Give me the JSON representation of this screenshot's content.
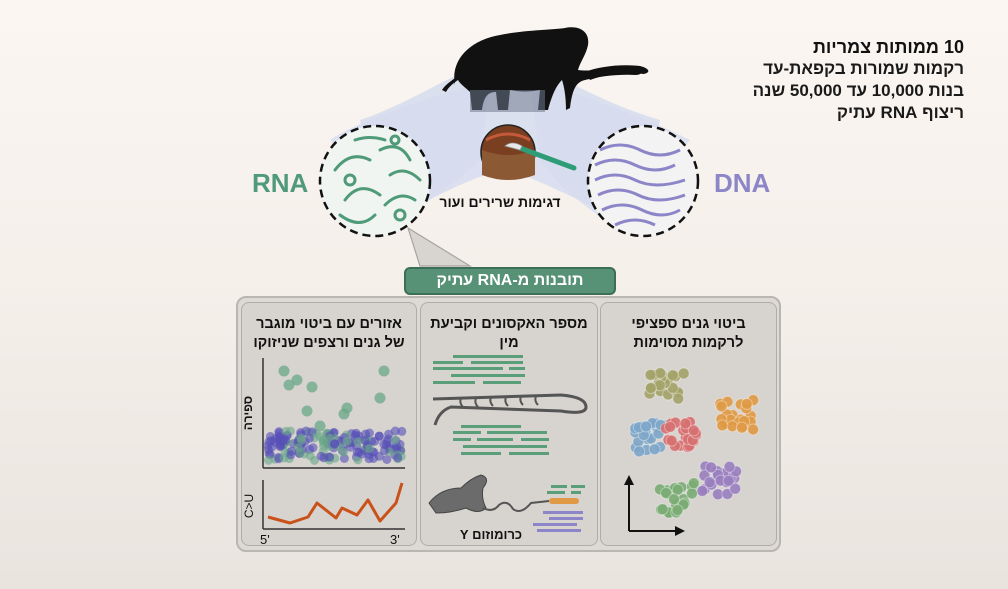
{
  "header": {
    "title": "10 ממותות צמריות",
    "lines": [
      "רקמות שמורות בקפאת-עד",
      "בנות 10,000 עד 50,000 שנה",
      "ריצוף RNA עתיק"
    ]
  },
  "top": {
    "rna_label": "RNA",
    "dna_label": "DNA",
    "sample_label": "דגימות שרירים ועור"
  },
  "banner": {
    "label": "תובנות מ-RNA עתיק"
  },
  "panels": [
    {
      "title_line1": "אזורים עם ביטוי מוגבר",
      "title_line2": "של גנים ורצפים שניזוקו",
      "y_axis_label": "ספירה",
      "bottom_y_label": "C>U",
      "x_start": "5'",
      "x_end": "3'"
    },
    {
      "title": "מספר האקסונים וקביעת מין",
      "caption": "כרומוזום Y"
    },
    {
      "title_line1": "ביטוי גנים ספציפי",
      "title_line2": "לרקמות מסוימות"
    }
  ],
  "colors": {
    "rna_green": "#4f9a78",
    "dna_purple": "#8c86c8",
    "banner_green": "#579276",
    "line_orange": "#c9521a",
    "cluster_olive": "#a3a36a",
    "cluster_orange": "#e09a45",
    "cluster_blue": "#7ea6c8",
    "cluster_red": "#d77070",
    "cluster_purple": "#9a7fbf",
    "cluster_green": "#7aac74"
  }
}
